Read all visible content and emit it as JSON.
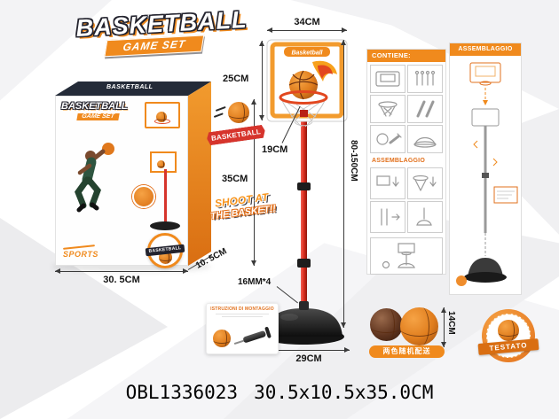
{
  "colors": {
    "accent_orange": "#f08a1d",
    "deep_orange": "#e2711d",
    "ribbon_red": "#d6342c",
    "navy": "#23232e"
  },
  "logo": {
    "title": "BASKETBALL",
    "subtitle": "GAME SET"
  },
  "box": {
    "top_label": "BASKETBALL",
    "front_title": "BASKETBALL",
    "front_subtitle": "GAME SET",
    "sports_label": "SPORTS",
    "width_label": "30. 5CM",
    "depth_label": "10. 5CM"
  },
  "stand": {
    "backboard_brand": "Basketball",
    "ribbon_label": "BASKETBALL",
    "slogan_line1": "SHOOT AT",
    "slogan_line2": "THE BASKET!!",
    "badge_label": "BASKETBALL",
    "dims": {
      "backboard_width": "34CM",
      "backboard_height": "25CM",
      "rim_diameter": "19CM",
      "box_height": "35CM",
      "pole_height": "80-150CM",
      "screws": "16MM*4",
      "base_width": "29CM"
    }
  },
  "panels": {
    "contiene_header": "CONTIENE:",
    "contiene_assembly_label": "ASSEMBLAGGIO",
    "assemblaggio_header": "ASSEMBLAGGIO"
  },
  "inset": {
    "title": "ISTRUZIONI DI MONTAGGIO"
  },
  "balls": {
    "diameter_label": "14CM",
    "color_note": "两色随机配送"
  },
  "testato_badge": {
    "label": "TESTATO"
  },
  "footer": {
    "code": "OBL1336023",
    "dimensions": "30.5x10.5x35.0CM"
  },
  "icons": {
    "contents_items": [
      "backboard-icon",
      "screws-icon",
      "rim-net-icon",
      "pole-icon",
      "ball-pump-icon",
      "base-icon"
    ],
    "assembly_steps": [
      "backboard-step-icon",
      "rim-net-step-icon",
      "pole-step-icon",
      "base-step-icon",
      "full-stand-icon"
    ],
    "misc": [
      "basketball-icon",
      "pump-icon",
      "flame-icon",
      "player-icon",
      "motion-lines-icon"
    ]
  }
}
